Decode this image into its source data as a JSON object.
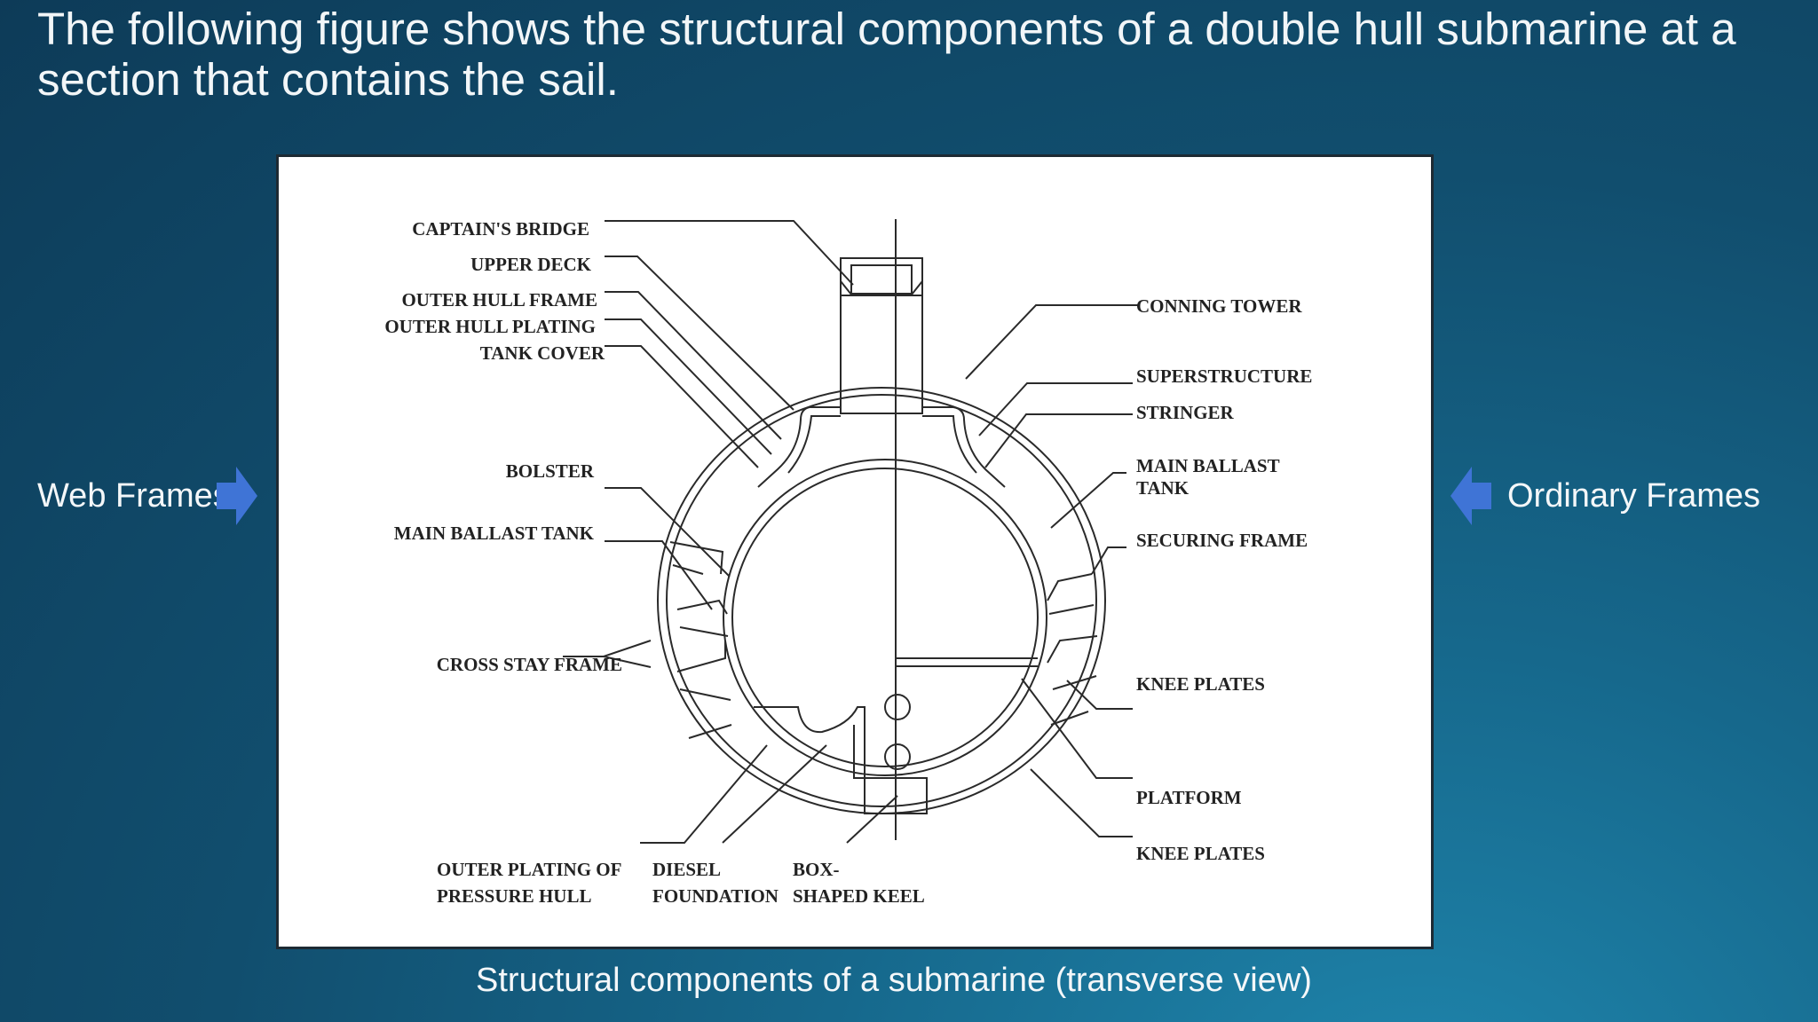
{
  "slide": {
    "title": "The following figure shows the structural components of a double hull submarine at a section that contains the sail.",
    "caption": "Structural components of a submarine (transverse view)",
    "left_label": "Web Frames",
    "right_label": "Ordinary Frames",
    "arrow_color": "#3f74d6"
  },
  "diagram": {
    "left_labels": {
      "captains_bridge": "CAPTAIN'S BRIDGE",
      "upper_deck": "UPPER DECK",
      "outer_hull_frame": "OUTER HULL FRAME",
      "outer_hull_plating": "OUTER HULL PLATING",
      "tank_cover": "TANK COVER",
      "bolster": "BOLSTER",
      "main_ballast_tank": "MAIN BALLAST TANK",
      "cross_stay_frame": "CROSS STAY FRAME"
    },
    "right_labels": {
      "conning_tower": "CONNING TOWER",
      "superstructure": "SUPERSTRUCTURE",
      "stringer": "STRINGER",
      "main_ballast_tank_line1": "MAIN BALLAST",
      "main_ballast_tank_line2": "TANK",
      "securing_frame": "SECURING FRAME",
      "knee_plates_upper": "KNEE PLATES",
      "platform": "PLATFORM",
      "knee_plates_lower": "KNEE PLATES"
    },
    "bottom_labels": {
      "outer_plating_line1": "OUTER PLATING OF",
      "outer_plating_line2": "PRESSURE HULL",
      "diesel_line1": "DIESEL",
      "diesel_line2": "FOUNDATION",
      "keel_line1": "BOX-",
      "keel_line2": "SHAPED KEEL"
    }
  }
}
